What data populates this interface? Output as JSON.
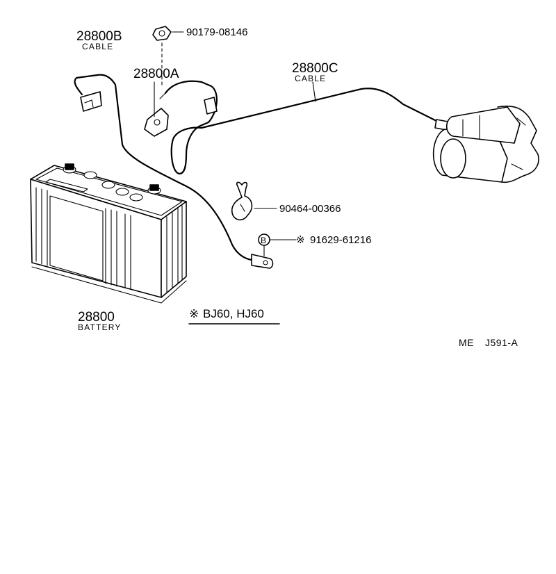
{
  "labels": {
    "cable_b_part": "28800B",
    "cable_b_sub": "CABLE",
    "cable_a_part": "28800A",
    "cable_c_part": "28800C",
    "cable_c_sub": "CABLE",
    "battery_part": "28800",
    "battery_sub": "BATTERY",
    "nut_part": "90179-08146",
    "clamp_part": "90464-00366",
    "bolt_part": "91629-61216",
    "bolt_marker": "B",
    "note_text": "BJ60, HJ60",
    "note_symbol": "※",
    "bolt_note_symbol": "※",
    "ref_prefix": "ME",
    "ref_code": "J591-A"
  },
  "colors": {
    "line": "#000000",
    "background": "#ffffff"
  },
  "icons": {
    "note_symbol": "reference-mark-icon"
  }
}
